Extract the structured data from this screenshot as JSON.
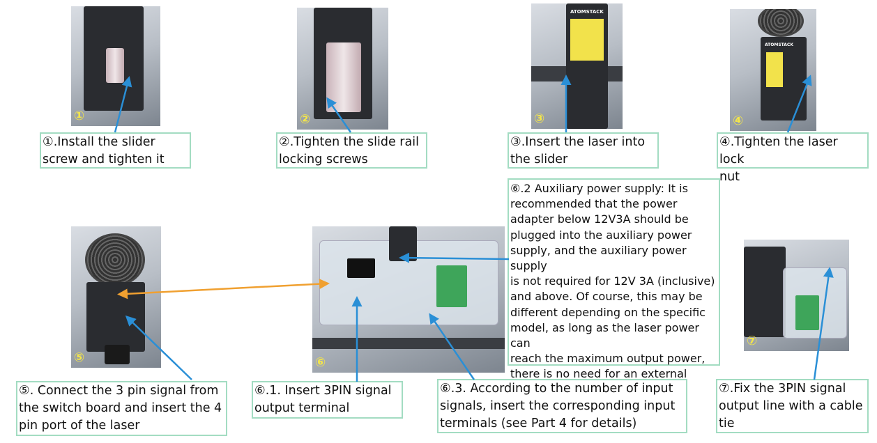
{
  "steps": [
    {
      "num": "①",
      "caption": "①.Install the slider\nscrew and tighten it"
    },
    {
      "num": "②",
      "caption": "②.Tighten the slide rail\nlocking screws"
    },
    {
      "num": "③",
      "caption": "③.Insert the laser into\nthe slider",
      "brand": "ATOMSTACK"
    },
    {
      "num": "④",
      "caption": "④.Tighten the laser lock\nnut",
      "brand": "ATOMSTACK"
    },
    {
      "num": "⑤",
      "caption": "⑤. Connect the  3 pin signal from\nthe switch board and insert the 4\npin port of the laser"
    },
    {
      "num": "⑥",
      "caption": "⑥.1. Insert 3PIN signal\noutput terminal"
    },
    {
      "caption": "⑥.2 Auxiliary power supply: It is\nrecommended that the power\nadapter below 12V3A should be\nplugged into the auxiliary power\nsupply, and the auxiliary power supply\nis not required for 12V 3A (inclusive)\nand above. Of course, this may be\ndifferent depending on the specific\nmodel, as long as the laser power can\nreach the maximum output power,\nthere is no need for an external\nauxiliary power supply"
    },
    {
      "caption": "⑥.3. According to the number of input\nsignals, insert the corresponding input\nterminals (see Part 4 for details)"
    },
    {
      "num": "⑦",
      "caption": "⑦.Fix the 3PIN signal\noutput line with a cable\ntie"
    }
  ],
  "colors": {
    "caption_border": "#a3dcc2",
    "arrow_blue": "#2a8fd6",
    "arrow_orange": "#f0a030",
    "step_number": "#f4e64a"
  }
}
